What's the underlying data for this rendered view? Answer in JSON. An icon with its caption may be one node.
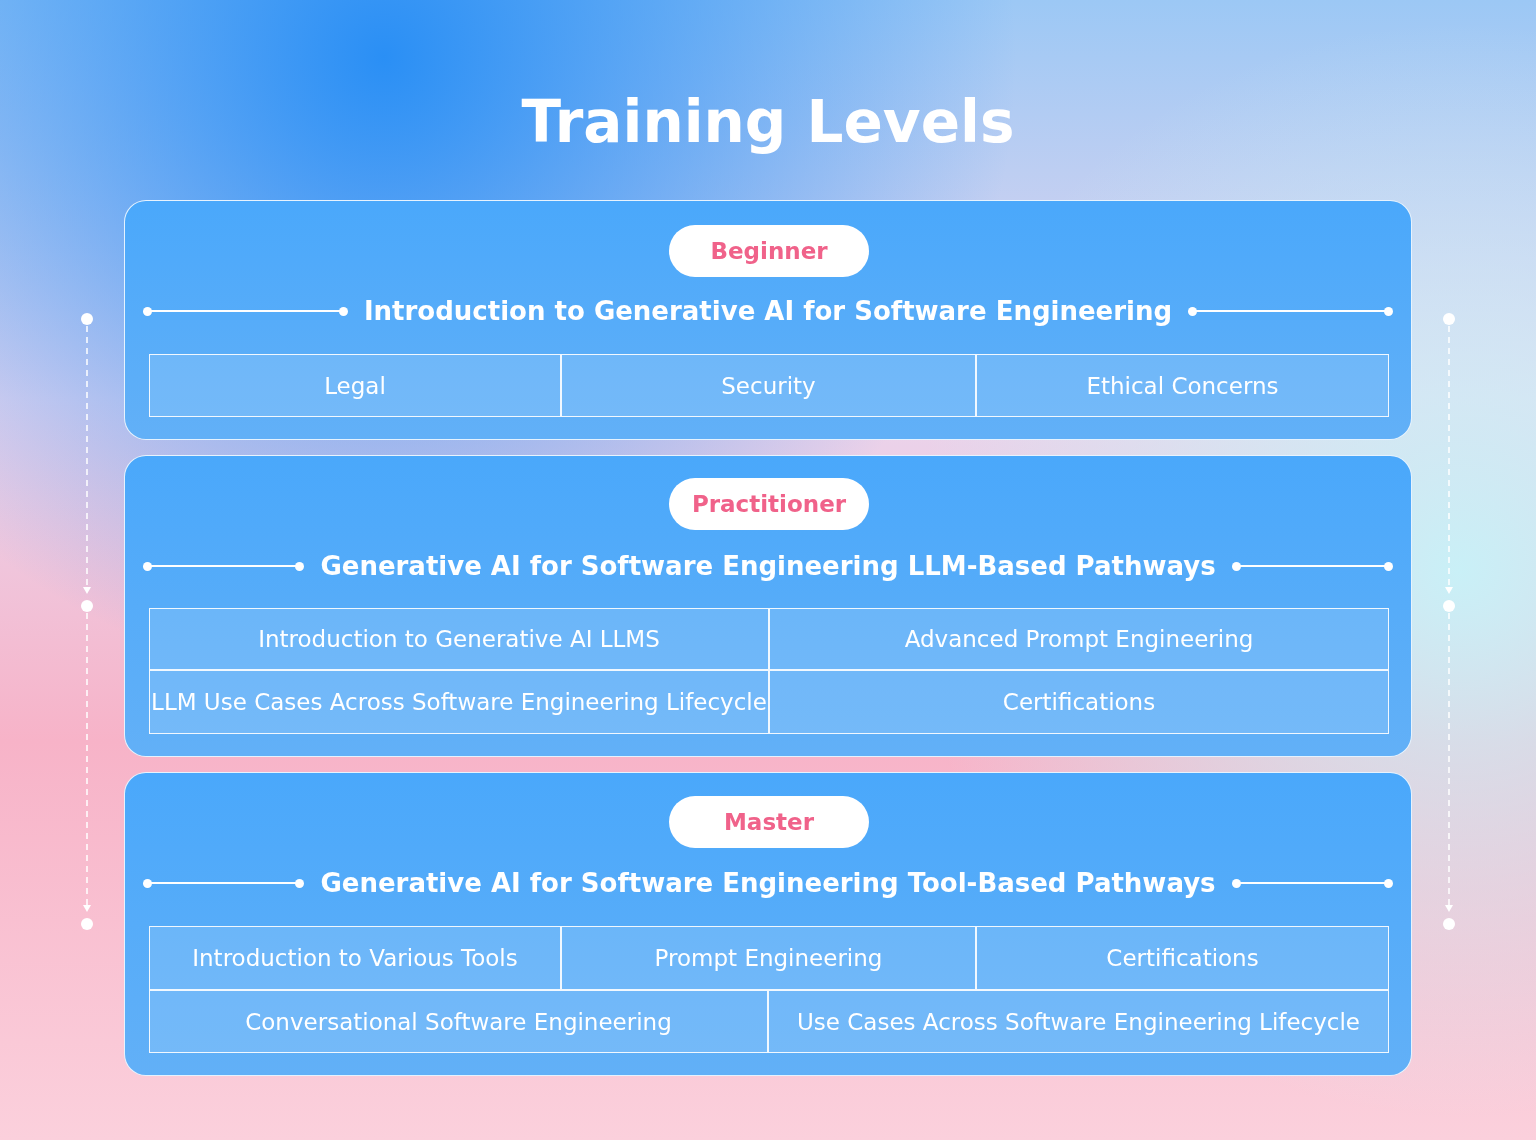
{
  "diagram": {
    "title": "Training Levels",
    "nodes": [
      {
        "text": [
          "Introduction to Generative AI for Software Engineering"
        ]
      },
      {
        "text": [
          "Beginner"
        ],
        "in": 0
      },
      {
        "text": [
          "Legal"
        ],
        "in": 0
      },
      {
        "text": [
          "Security"
        ],
        "in": 0
      },
      {
        "text": [
          "Ethical Concerns"
        ],
        "in": 0
      },
      {
        "text": [
          "Generative AI for Software Engineering LLM-Based Pathways"
        ]
      },
      {
        "text": [
          "Practitioner"
        ],
        "in": 5
      },
      {
        "text": [
          "Introduction to Generative AI LLMS"
        ],
        "in": 5
      },
      {
        "text": [
          "Advanced Prompt Engineering"
        ],
        "in": 5
      },
      {
        "text": [
          "LLM Use Cases Across Software Engineering Lifecycle"
        ],
        "in": 5
      },
      {
        "text": [
          "Certifications"
        ],
        "in": 5
      },
      {
        "text": [
          "Generative AI for Software Engineering Tool-Based Pathways"
        ]
      },
      {
        "text": [
          "Master"
        ],
        "in": 11
      },
      {
        "text": [
          "Introduction to Various Tools"
        ],
        "in": 11
      },
      {
        "text": [
          "Prompt Engineering"
        ],
        "in": 11
      },
      {
        "text": [
          "Certifications"
        ],
        "in": 11
      },
      {
        "text": [
          "Conversational Software Engineering"
        ],
        "in": 11
      },
      {
        "text": [
          "Use Cases Across Software Engineering Lifecycle"
        ],
        "in": 11
      }
    ]
  }
}
